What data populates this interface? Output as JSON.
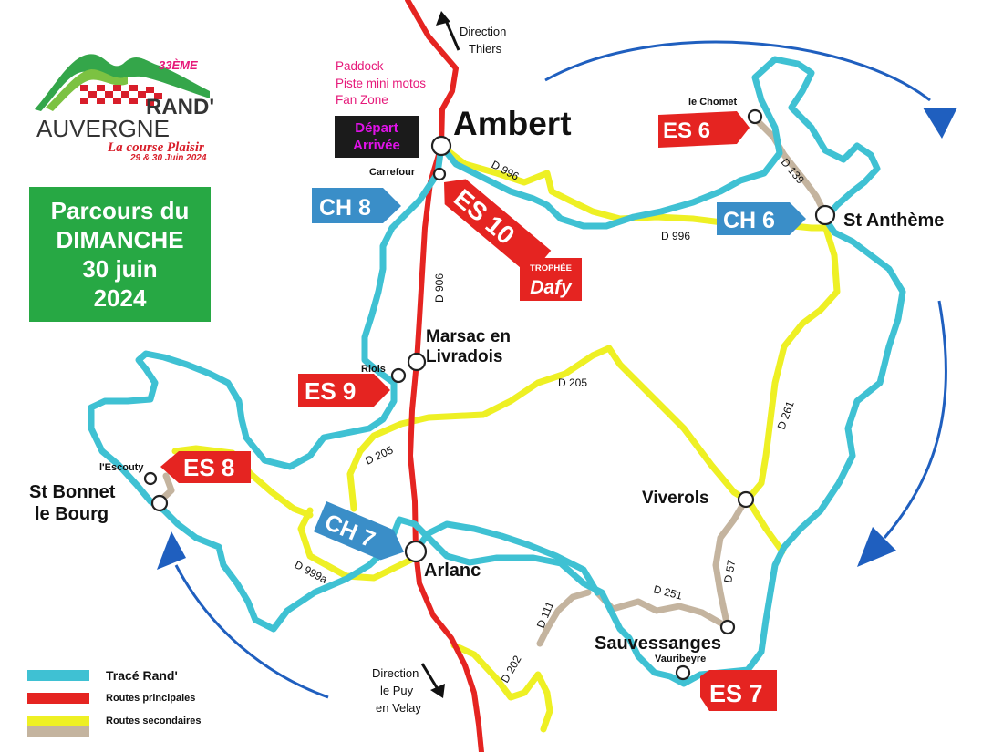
{
  "logo": {
    "edition": "33ÈME",
    "name_line1": "RAND'",
    "name_line2": "AUVERGNE",
    "tagline": "La course Plaisir",
    "dates": "29 & 30 Juin 2024"
  },
  "title": [
    "Parcours du",
    "DIMANCHE",
    "30 juin",
    "2024"
  ],
  "paddock_lines": [
    "Paddock",
    "Piste mini motos",
    "Fan Zone"
  ],
  "depart": [
    "Départ",
    "Arrivée"
  ],
  "towns": {
    "ambert": "Ambert",
    "st_antheme": "St Anthème",
    "marsac_line1": "Marsac en",
    "marsac_line2": "Livradois",
    "viverols": "Viverols",
    "arlanc": "Arlanc",
    "st_bonnet_line1": "St Bonnet",
    "st_bonnet_line2": "le Bourg",
    "sauvessanges": "Sauvessanges"
  },
  "places": {
    "le_chomet": "le Chomet",
    "carrefour": "Carrefour",
    "riols": "Riols",
    "escouty": "l'Escouty",
    "vauribeyre": "Vauribeyre"
  },
  "directions": {
    "north_line1": "Direction",
    "north_line2": "Thiers",
    "south_line1": "Direction",
    "south_line2": "le Puy",
    "south_line3": "en Velay"
  },
  "road_labels": {
    "d996_a": "D 996",
    "d996_b": "D 996",
    "d139": "D 139",
    "d906": "D 906",
    "d205_a": "D 205",
    "d205_b": "D 205",
    "d261": "D 261",
    "d57": "D 57",
    "d251": "D 251",
    "d111": "D 111",
    "d202": "D 202",
    "d999a": "D 999a"
  },
  "tags": {
    "es6": "ES 6",
    "es10": "ES 10",
    "ch8": "CH 8",
    "ch6": "CH 6",
    "es9": "ES 9",
    "es8": "ES 8",
    "ch7": "CH 7",
    "es7": "ES 7"
  },
  "sponsor": {
    "line1": "TROPHÉE",
    "line2": "Dafy"
  },
  "legend": [
    {
      "label": "Tracé Rand'",
      "color": "#3fc1d3"
    },
    {
      "label": "Routes principales",
      "color": "#e52421"
    },
    {
      "label": "Routes secondaires",
      "color": "#eef024"
    },
    {
      "label": "",
      "color": "#c4b49f"
    }
  ],
  "colors": {
    "trace": "#3fc1d3",
    "main_road": "#e52421",
    "secondary_road": "#eef024",
    "minor_road": "#c4b49f",
    "es_tag": "#e52421",
    "ch_tag": "#3a8ec8",
    "arrow": "#1f5fbf",
    "title_bg": "#27a844"
  }
}
